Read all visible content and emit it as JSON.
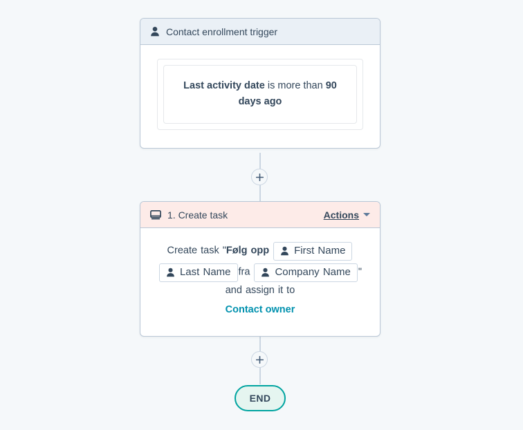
{
  "canvas": {
    "background_color": "#f5f8fa"
  },
  "trigger_card": {
    "icon": "contact-person-icon",
    "title": "Contact enrollment trigger",
    "header_color": "#eaf0f6",
    "condition": {
      "property": "Last activity date",
      "operator": "is more than",
      "value": "90 days ago"
    }
  },
  "connectors": {
    "add_step_icon": "plus-icon",
    "line_color": "#cbd6e2"
  },
  "action_card": {
    "icon": "task-screen-icon",
    "title": "1. Create task",
    "header_color": "#fdebe8",
    "actions_menu": {
      "label": "Actions",
      "caret_icon": "chevron-down-icon"
    },
    "body": {
      "prefix": "Create task \"",
      "task_name_bold": "Følg opp",
      "tokens": [
        {
          "icon": "contact-person-icon",
          "label": "First Name"
        },
        {
          "icon": "contact-person-icon",
          "label": "Last Name"
        },
        {
          "icon": "contact-person-icon",
          "label": "Company Name"
        }
      ],
      "between_last_and_company": "fra",
      "suffix": "\" and assign it to",
      "assignee": "Contact owner",
      "assignee_color": "#0091ae"
    }
  },
  "end_node": {
    "label": "END",
    "border_color": "#00a4a0",
    "background_color": "#e5f5f0"
  }
}
